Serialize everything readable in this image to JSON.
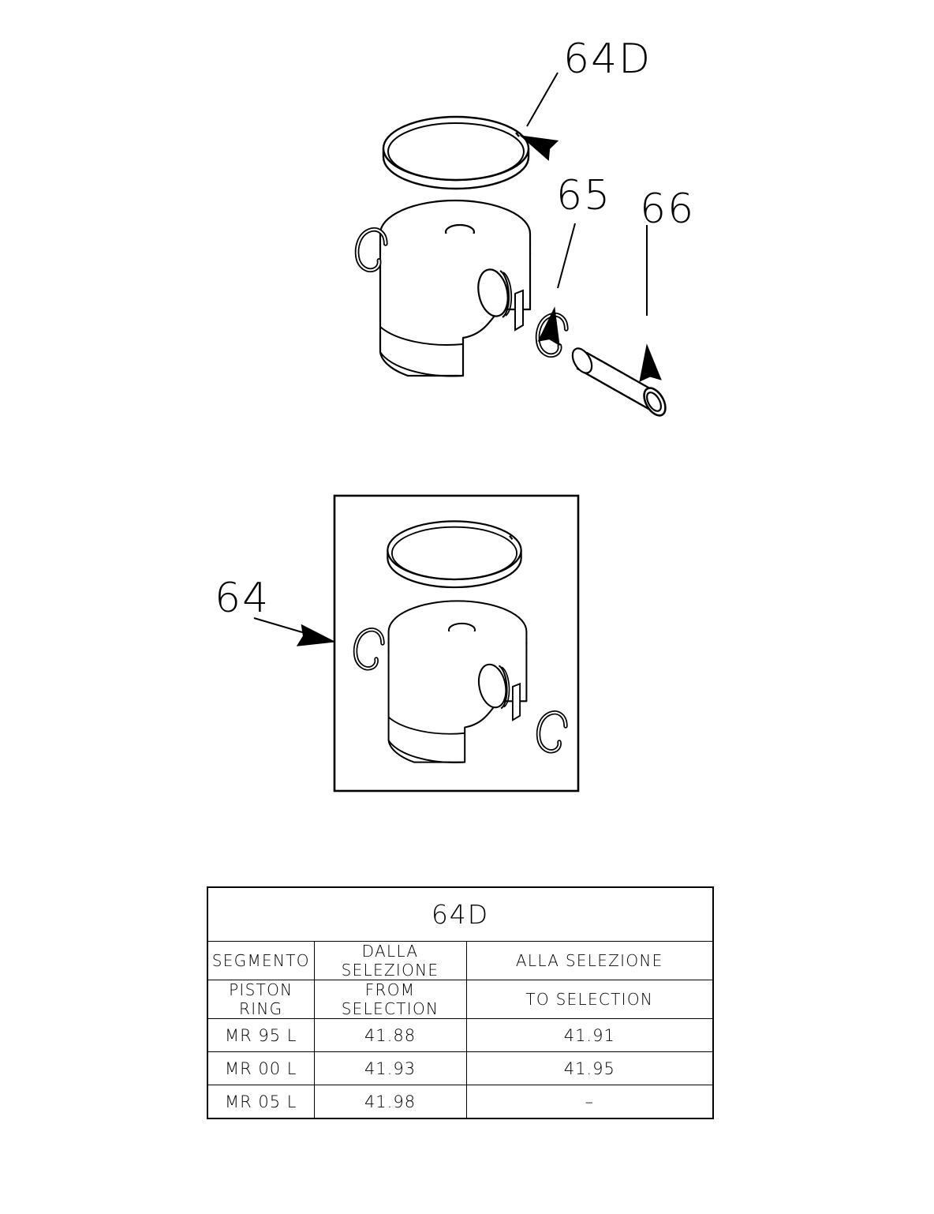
{
  "document": {
    "type": "exploded-parts-technical-drawing",
    "subject": "Piston assembly with piston ring, circlips and piston pin"
  },
  "callouts": [
    {
      "id": "64D",
      "label": "64D",
      "refers_to": "piston-ring"
    },
    {
      "id": "65",
      "label": "65",
      "refers_to": "circlip"
    },
    {
      "id": "66",
      "label": "66",
      "refers_to": "piston-pin"
    },
    {
      "id": "64",
      "label": "64",
      "refers_to": "piston-assembly-boxed"
    }
  ],
  "table": {
    "title": "64D",
    "headers_it": [
      "SEGMENTO",
      "DALLA SELEZIONE",
      "ALLA SELEZIONE"
    ],
    "headers_en": [
      "PISTON  RING",
      "FROM SELECTION",
      "TO SELECTION"
    ],
    "rows": [
      {
        "ring": "MR 95 L",
        "from": "41.88",
        "to": "41.91"
      },
      {
        "ring": "MR 00 L",
        "from": "41.93",
        "to": "41.95"
      },
      {
        "ring": "MR 05 L",
        "from": "41.98",
        "to": "–"
      }
    ]
  },
  "colors": {
    "line": "#000000",
    "background": "#ffffff"
  },
  "chart_data": {
    "type": "table",
    "title": "64D",
    "columns": [
      "SEGMENTO / PISTON  RING",
      "DALLA SELEZIONE / FROM SELECTION",
      "ALLA SELEZIONE / TO SELECTION"
    ],
    "rows": [
      [
        "MR 95 L",
        41.88,
        41.91
      ],
      [
        "MR 00 L",
        41.93,
        41.95
      ],
      [
        "MR 05 L",
        41.98,
        null
      ]
    ]
  }
}
